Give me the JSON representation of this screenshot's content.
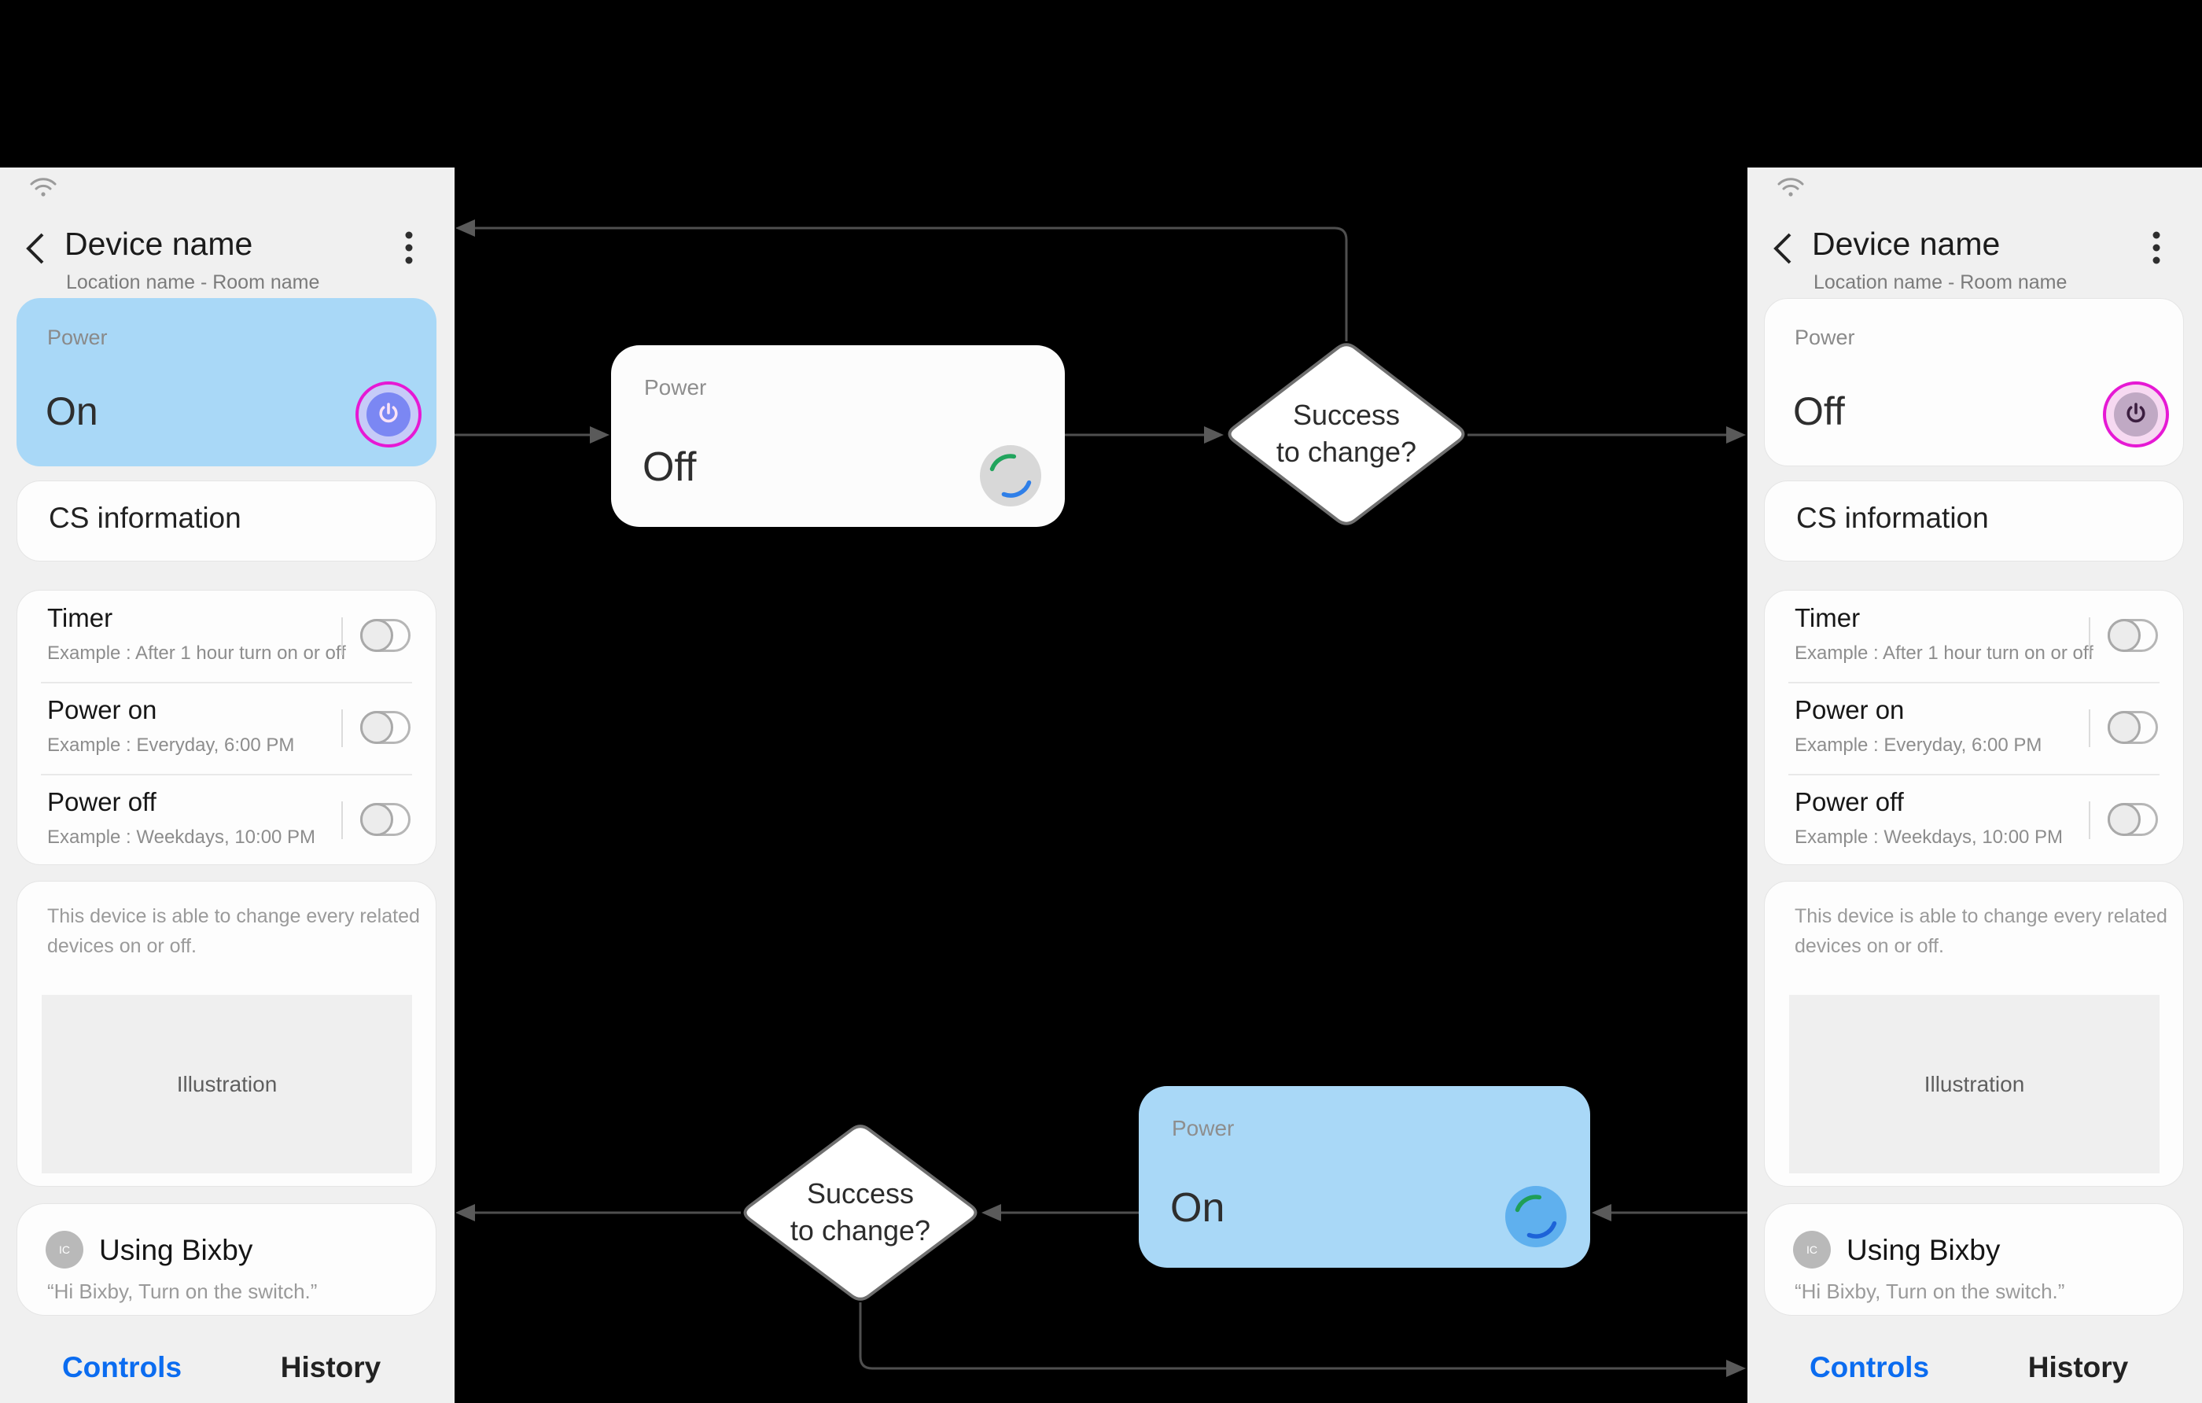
{
  "colors": {
    "accent_blue": "#0b6cf0",
    "power_card_blue": "#a9d8f7",
    "highlight_ring_magenta": "#e619d4",
    "power_btn_on_fill": "#7b87f3",
    "power_btn_off_fill": "#c0a9c4",
    "spinner_green": "#21a45d",
    "spinner_blue": "#2f7fe8",
    "flow_line_gray": "#4f4f4f"
  },
  "flow": {
    "top_card": {
      "label": "Power",
      "value": "Off"
    },
    "top_decision_label": "Success\nto change?",
    "bottom_card": {
      "label": "Power",
      "value": "On"
    },
    "bottom_decision_label": "Success\nto change?"
  },
  "left_phone": {
    "title": "Device name",
    "subtitle": "Location name - Room name",
    "power_card": {
      "label": "Power",
      "state": "On"
    },
    "cs_info_label": "CS information",
    "settings": [
      {
        "title": "Timer",
        "example": "Example : After 1 hour turn on or off"
      },
      {
        "title": "Power on",
        "example": "Example : Everyday, 6:00 PM"
      },
      {
        "title": "Power off",
        "example": "Example : Weekdays, 10:00 PM"
      }
    ],
    "description": "This device is able to change every related devices on or off.",
    "illustration_label": "Illustration",
    "bixby": {
      "avatar_text": "IC",
      "title": "Using Bixby",
      "quote": "“Hi Bixby, Turn on the switch.”"
    },
    "tabs": {
      "controls": "Controls",
      "history": "History"
    }
  },
  "right_phone": {
    "title": "Device name",
    "subtitle": "Location name - Room name",
    "power_card": {
      "label": "Power",
      "state": "Off"
    },
    "cs_info_label": "CS information",
    "settings": [
      {
        "title": "Timer",
        "example": "Example : After 1 hour turn on or off"
      },
      {
        "title": "Power on",
        "example": "Example : Everyday, 6:00 PM"
      },
      {
        "title": "Power off",
        "example": "Example : Weekdays, 10:00 PM"
      }
    ],
    "description": "This device is able to change every related devices on or off.",
    "illustration_label": "Illustration",
    "bixby": {
      "avatar_text": "IC",
      "title": "Using Bixby",
      "quote": "“Hi Bixby, Turn on the switch.”"
    },
    "tabs": {
      "controls": "Controls",
      "history": "History"
    }
  }
}
